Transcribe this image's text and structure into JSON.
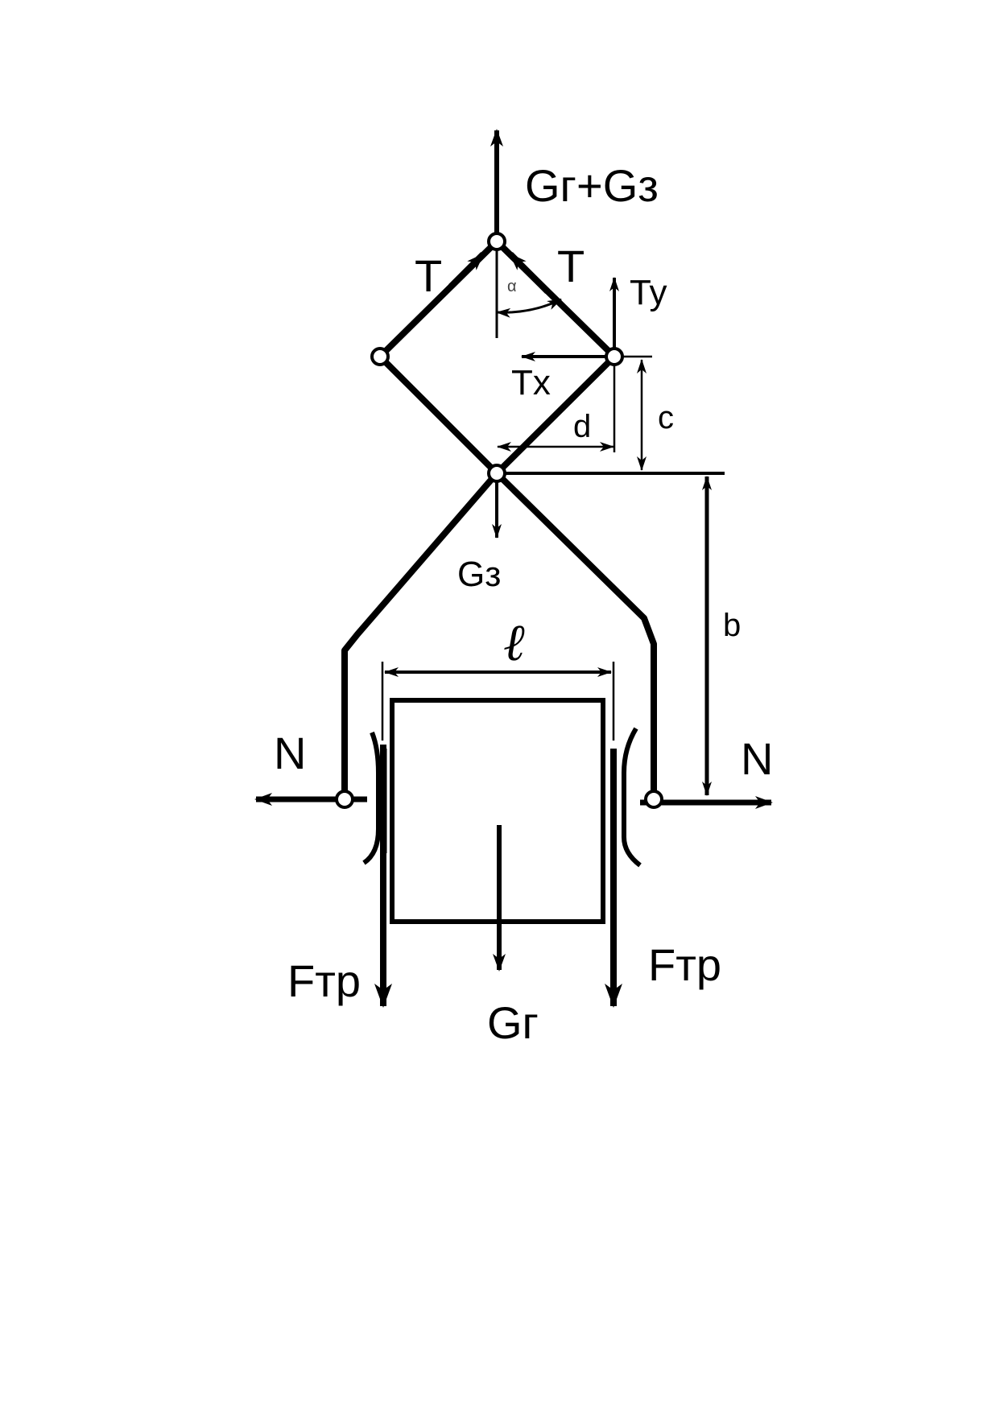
{
  "labels": {
    "total_weight": "Gг+Gз",
    "tension_left": "T",
    "tension_right": "T",
    "alpha": "α",
    "ty": "Ty",
    "tx": "Tx",
    "dim_d": "d",
    "dim_c": "c",
    "dim_b": "b",
    "gripper_weight": "Gз",
    "length": "ℓ",
    "normal_left": "N",
    "normal_right": "N",
    "friction_left": "Fтр",
    "friction_right": "Fтр",
    "load_weight": "Gг"
  }
}
